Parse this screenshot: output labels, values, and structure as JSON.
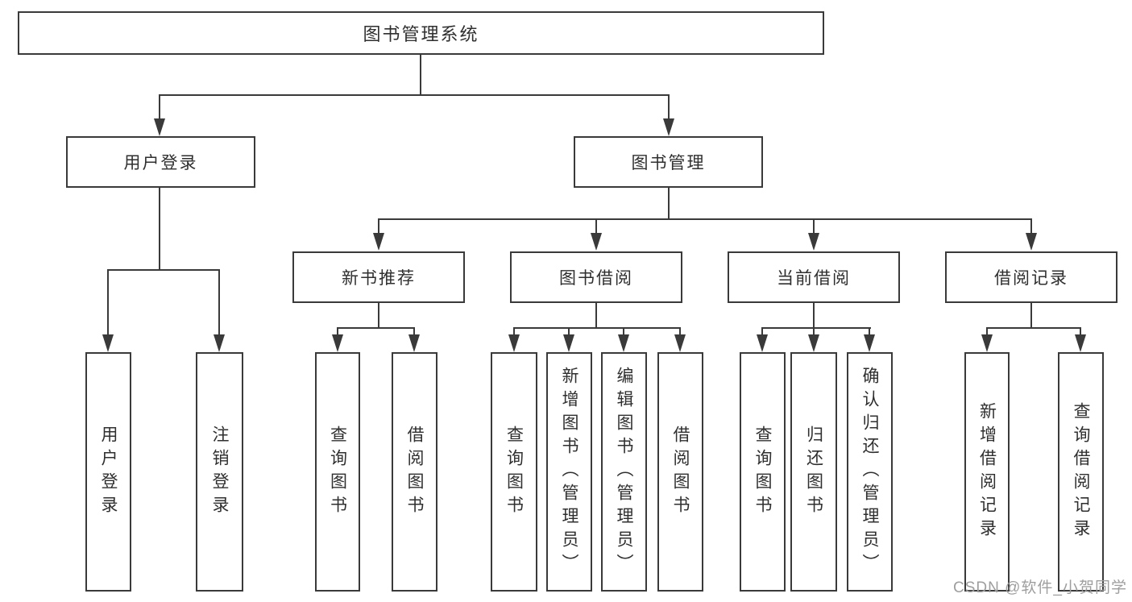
{
  "diagram": {
    "title": "图书管理系统",
    "watermark": "CSDN @软件_小贺同学",
    "colors": {
      "line": "#3a3a3a",
      "text": "#2f2f2f",
      "watermark": "#9e9e9e",
      "background": "#ffffff"
    },
    "nodes": {
      "root": "图书管理系统",
      "user_login": "用户登录",
      "book_mgmt": "图书管理",
      "leaf_user_login": "用户登录",
      "leaf_logout": "注销登录",
      "new_book_rec": "新书推荐",
      "book_borrow": "图书借阅",
      "current_borrow": "当前借阅",
      "borrow_record": "借阅记录",
      "nbr_query_book": "查询图书",
      "nbr_borrow_book": "借阅图书",
      "bb_query_book": "查询图书",
      "bb_add_book": "新增图书（管理员）",
      "bb_edit_book": "编辑图书（管理员）",
      "bb_borrow_book": "借阅图书",
      "cb_query_book": "查询图书",
      "cb_return_book": "归还图书",
      "cb_confirm_return": "确认归还（管理员）",
      "br_add_record": "新增借阅记录",
      "br_query_record": "查询借阅记录"
    },
    "hierarchy": [
      {
        "parent": "图书管理系统",
        "children": [
          "用户登录",
          "图书管理"
        ]
      },
      {
        "parent": "用户登录",
        "children": [
          "用户登录",
          "注销登录"
        ]
      },
      {
        "parent": "图书管理",
        "children": [
          "新书推荐",
          "图书借阅",
          "当前借阅",
          "借阅记录"
        ]
      },
      {
        "parent": "新书推荐",
        "children": [
          "查询图书",
          "借阅图书"
        ]
      },
      {
        "parent": "图书借阅",
        "children": [
          "查询图书",
          "新增图书（管理员）",
          "编辑图书（管理员）",
          "借阅图书"
        ]
      },
      {
        "parent": "当前借阅",
        "children": [
          "查询图书",
          "归还图书",
          "确认归还（管理员）"
        ]
      },
      {
        "parent": "借阅记录",
        "children": [
          "新增借阅记录",
          "查询借阅记录"
        ]
      }
    ]
  }
}
